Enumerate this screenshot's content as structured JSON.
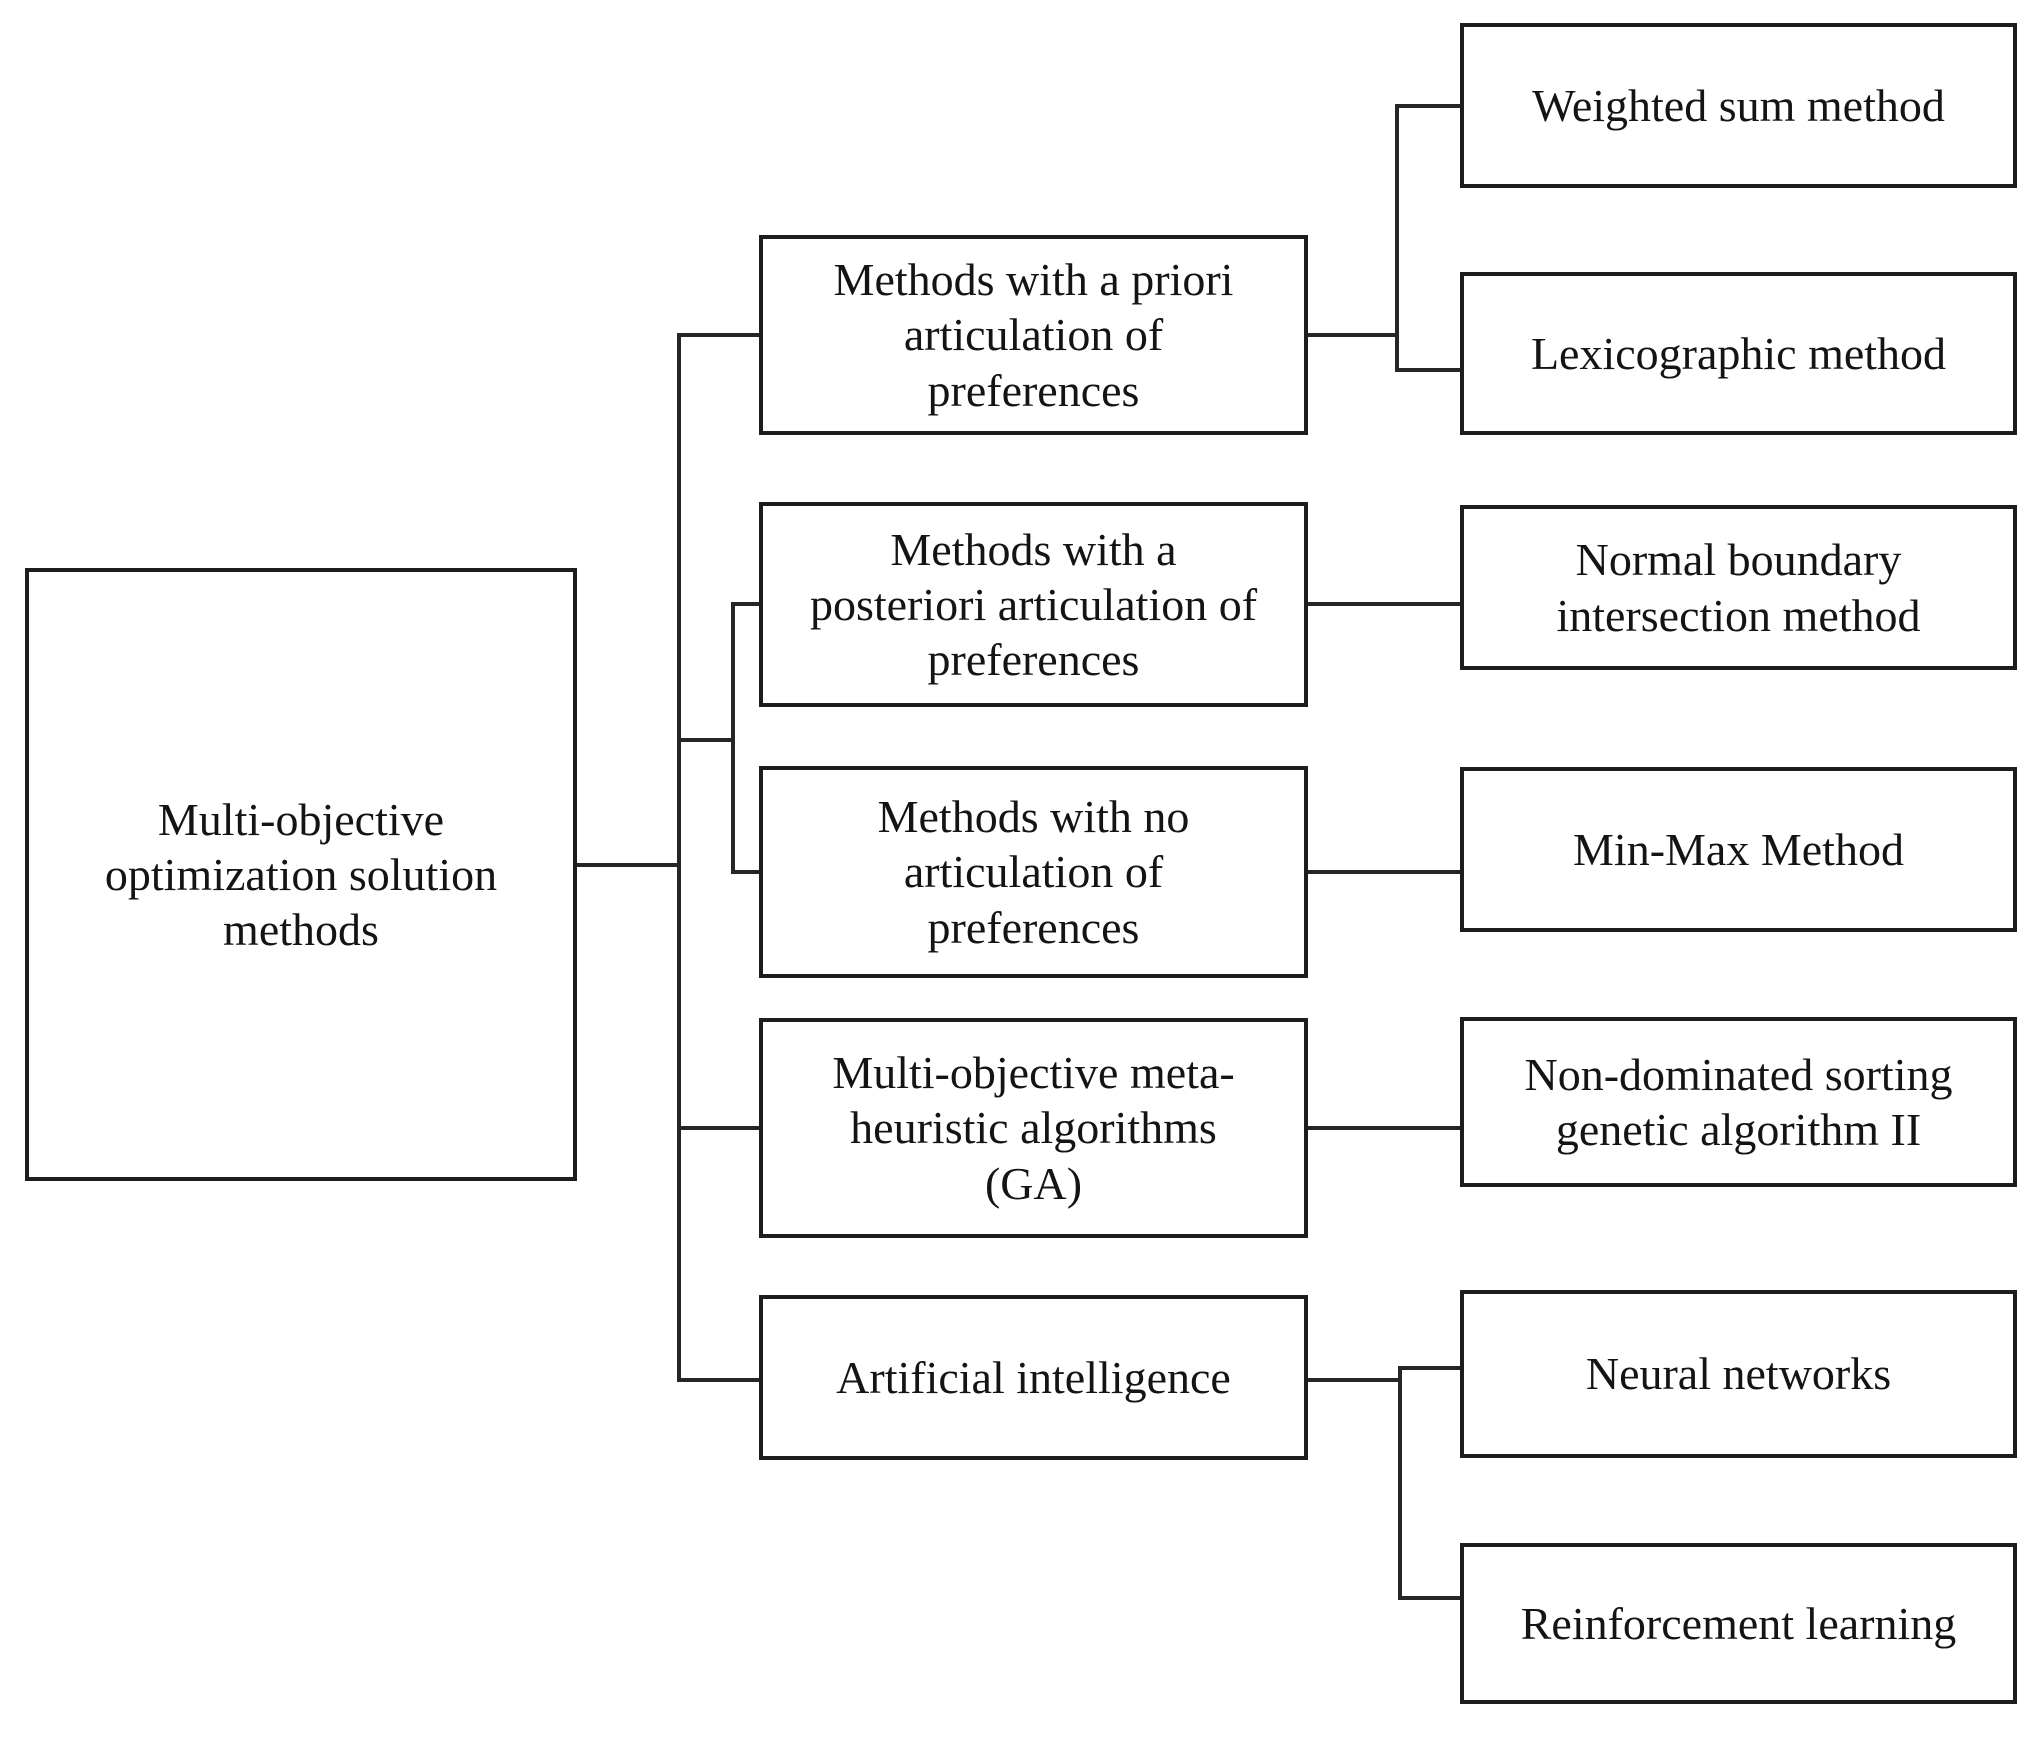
{
  "figure": {
    "type": "flowchart",
    "description": "Hierarchy of multi-objective optimization solution methods",
    "colors": {
      "background": "#ffffff",
      "box_border": "#1d1d1d",
      "connector_line": "#262626",
      "text": "#141414"
    }
  },
  "nodes": {
    "root": {
      "label": "Multi-objective\noptimization solution\nmethods"
    },
    "a_priori": {
      "label": "Methods with a priori\narticulation of\npreferences"
    },
    "posteriori": {
      "label": "Methods with a\nposteriori articulation of\npreferences"
    },
    "no_articulation": {
      "label": "Methods with no\narticulation of\npreferences"
    },
    "ga": {
      "label": "Multi-objective meta-\nheuristic algorithms\n(GA)"
    },
    "ai": {
      "label": "Artificial intelligence"
    },
    "weighted_sum": {
      "label": "Weighted sum method"
    },
    "lexicographic": {
      "label": "Lexicographic method"
    },
    "nbi": {
      "label": "Normal boundary\nintersection method"
    },
    "min_max": {
      "label": "Min-Max Method"
    },
    "nsga2": {
      "label": "Non-dominated sorting\ngenetic algorithm II"
    },
    "neural": {
      "label": "Neural networks"
    },
    "reinforcement": {
      "label": "Reinforcement learning"
    }
  },
  "edges": [
    {
      "from": "root",
      "to": "a_priori"
    },
    {
      "from": "root",
      "to": "posteriori"
    },
    {
      "from": "root",
      "to": "no_articulation"
    },
    {
      "from": "root",
      "to": "ga"
    },
    {
      "from": "root",
      "to": "ai"
    },
    {
      "from": "a_priori",
      "to": "weighted_sum"
    },
    {
      "from": "a_priori",
      "to": "lexicographic"
    },
    {
      "from": "posteriori",
      "to": "nbi"
    },
    {
      "from": "no_articulation",
      "to": "min_max"
    },
    {
      "from": "ga",
      "to": "nsga2"
    },
    {
      "from": "ai",
      "to": "neural"
    },
    {
      "from": "ai",
      "to": "reinforcement"
    }
  ]
}
